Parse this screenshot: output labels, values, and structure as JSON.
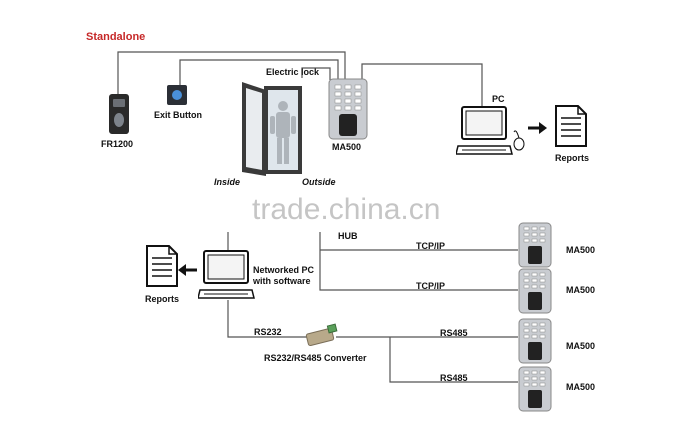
{
  "diagram": {
    "title": "Standalone",
    "standalone": {
      "reader_label": "FR1200",
      "exit_button_label": "Exit Button",
      "electric_lock_label": "Electric lock",
      "inside_label": "Inside",
      "outside_label": "Outside",
      "terminal_label": "MA500",
      "pc_label": "PC",
      "reports_label": "Reports"
    },
    "network": {
      "reports_label": "Reports",
      "pc_label_line1": "Networked PC",
      "pc_label_line2": "with software",
      "hub_label": "HUB",
      "links": [
        {
          "label": "TCP/IP",
          "device": "MA500"
        },
        {
          "label": "TCP/IP",
          "device": "MA500"
        },
        {
          "label": "RS485",
          "device": "MA500"
        },
        {
          "label": "RS485",
          "device": "MA500"
        }
      ],
      "rs232_label": "RS232",
      "converter_label": "RS232/RS485 Converter"
    },
    "watermark": "trade.china.cn",
    "colors": {
      "title": "#c62828",
      "line": "#555555",
      "device_dark": "#2b2b2b",
      "device_silver": "#c9ccd1",
      "watermark": "#9a9a9a"
    }
  }
}
